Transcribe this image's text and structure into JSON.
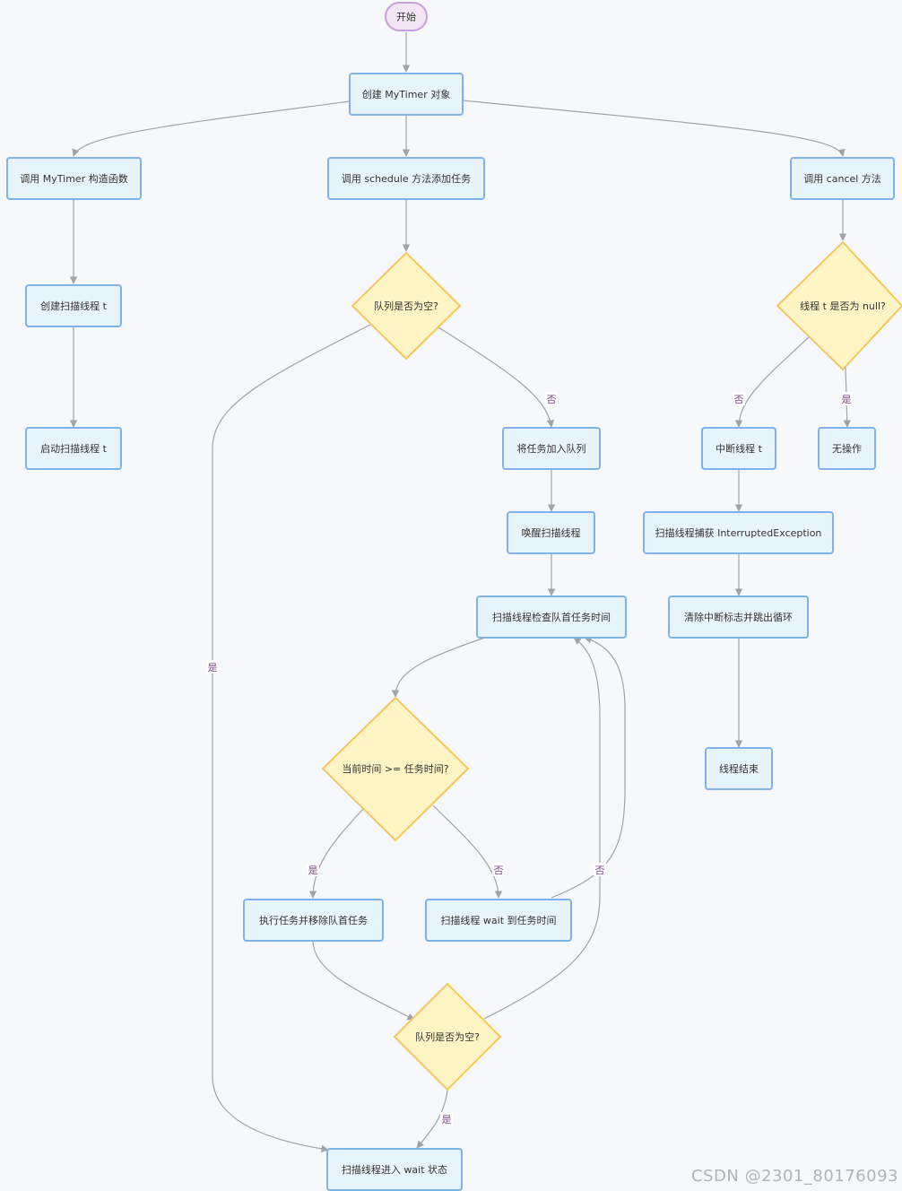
{
  "nodes": {
    "start": "开始",
    "create_timer": "创建 MyTimer 对象",
    "call_constructor": "调用 MyTimer 构造函数",
    "call_schedule": "调用 schedule 方法添加任务",
    "call_cancel": "调用 cancel 方法",
    "create_thread": "创建扫描线程 t",
    "start_thread": "启动扫描线程 t",
    "queue_empty_1": "队列是否为空?",
    "thread_null": "线程 t 是否为 null?",
    "add_task": "将任务加入队列",
    "interrupt": "中断线程 t",
    "no_op": "无操作",
    "wake_thread": "唤醒扫描线程",
    "catch_interrupt": "扫描线程捕获 InterruptedException",
    "check_head": "扫描线程检查队首任务时间",
    "clear_flag": "清除中断标志并跳出循环",
    "time_compare": "当前时间 >= 任务时间?",
    "thread_end": "线程结束",
    "exec_task": "执行任务并移除队首任务",
    "wait_until": "扫描线程 wait 到任务时间",
    "queue_empty_2": "队列是否为空?",
    "enter_wait": "扫描线程进入 wait 状态"
  },
  "edge_labels": {
    "yes": "是",
    "no": "否"
  },
  "watermark": "CSDN @2301_80176093",
  "colors": {
    "rect_fill": "#e8f4fc",
    "rect_stroke": "#7fb2e8",
    "diamond_fill": "#fff4c4",
    "diamond_stroke": "#f3c660",
    "start_fill": "#f3e5f5",
    "start_stroke": "#c8a0dc",
    "edge": "#9fa3a8",
    "label_text": "#7a4a8a"
  }
}
